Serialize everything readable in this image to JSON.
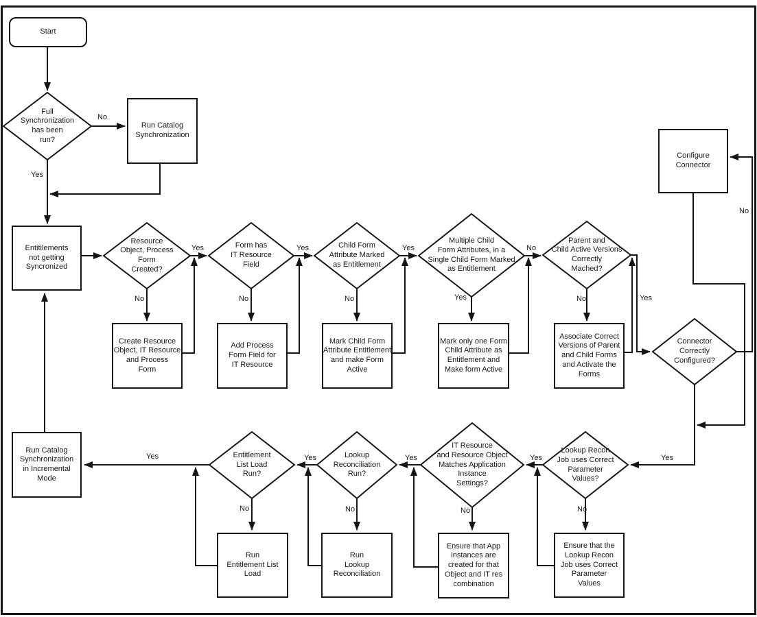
{
  "diagram": {
    "type": "flowchart",
    "description_visible": false
  },
  "colors": {
    "line": "#161616",
    "shape_fill": "#ffffff",
    "text": "#161616",
    "background": "#ffffff"
  },
  "nodes": {
    "start": {
      "type": "terminator",
      "label": "Start"
    },
    "full_sync": {
      "type": "decision",
      "label": "Full\nSynchronization\nhas been\nrun?"
    },
    "run_catalog_sync": {
      "type": "process",
      "label": "Run Catalog\nSynchronization"
    },
    "entitlements_not_synced": {
      "type": "process",
      "label": "Entitilements\nnot getting\nSyncronized"
    },
    "resource_object_created": {
      "type": "decision",
      "label": "Resource\nObject, Process\nForm\nCreated?"
    },
    "create_resource_object": {
      "type": "process",
      "label": "Create Resource\nObject, IT Resource\nand Process\nForm"
    },
    "form_has_it_resource": {
      "type": "decision",
      "label": "Form has\nIT Resource\nField"
    },
    "add_process_form_field": {
      "type": "process",
      "label": "Add Process\nForm Field for\nIT Resource"
    },
    "child_form_attr_marked": {
      "type": "decision",
      "label": "Child Form\nAttribute Marked\nas Entitlement"
    },
    "mark_child_form_attr": {
      "type": "process",
      "label": "Mark Child Form\nAttribute Entitlement\nand make Form\nActive"
    },
    "multiple_child_form_attrs": {
      "type": "decision",
      "label": "Multiple Child\nForm Attributes, in a\nSingle Child Form Marked\nas Entitlement"
    },
    "mark_only_one_attr": {
      "type": "process",
      "label": "Mark only one Form\nChild Attribute as\nEntitlement and\nMake form Active"
    },
    "parent_child_versions": {
      "type": "decision",
      "label": "Parent and\nChild Active Versions\nCorrectly\nMached?"
    },
    "associate_correct_versions": {
      "type": "process",
      "label": "Associate Correct\nVersions of Parent\nand Child Forms\nand Activate the\nForms"
    },
    "configure_connector": {
      "type": "process",
      "label": "Configure\nConnector"
    },
    "connector_configured": {
      "type": "decision",
      "label": "Connector\nCorrectly\nConfigured?"
    },
    "run_incremental_sync": {
      "type": "process",
      "label": "Run Catalog\nSynchronization\nin Incremental\nMode"
    },
    "entitlement_list_load": {
      "type": "decision",
      "label": "Entitlement\nList Load\nRun?"
    },
    "run_entitlement_list_load": {
      "type": "process",
      "label": "Run\nEntitlement List\nLoad"
    },
    "lookup_recon_run": {
      "type": "decision",
      "label": "Lookup\nReconciliation\nRun?"
    },
    "run_lookup_recon": {
      "type": "process",
      "label": "Run\nLookup\nReconciliation"
    },
    "it_resource_matches": {
      "type": "decision",
      "label": "IT Resource\nand Resource Object\nMatches Application\nInstance\nSettings?"
    },
    "ensure_app_instances": {
      "type": "process",
      "label": "Ensure that App\ninstances are\ncreated for that\nObject and IT res\ncombination"
    },
    "lookup_recon_params": {
      "type": "decision",
      "label": "Lookup Recon\nJob uses Correct\nParameter\nValues?"
    },
    "ensure_lookup_params": {
      "type": "process",
      "label": "Ensure that the\nLookup Recon\nJob uses Correct\nParameter\nValues"
    }
  },
  "edge_labels": {
    "full_sync_no": "No",
    "full_sync_yes": "Yes",
    "resource_object_no": "No",
    "resource_object_yes": "Yes",
    "form_has_it_no": "No",
    "form_has_it_yes": "Yes",
    "child_attr_no": "No",
    "child_attr_yes": "Yes",
    "multiple_attrs_yes": "Yes",
    "multiple_attrs_no": "No",
    "versions_no": "No",
    "versions_yes": "Yes",
    "connector_no": "No",
    "connector_yes": "Yes",
    "lookup_params_yes": "Yes",
    "lookup_params_no": "No",
    "it_matches_yes": "Yes",
    "it_matches_no": "No",
    "lookup_run_yes": "Yes",
    "lookup_run_no": "No",
    "list_load_yes": "Yes",
    "list_load_no": "No"
  }
}
